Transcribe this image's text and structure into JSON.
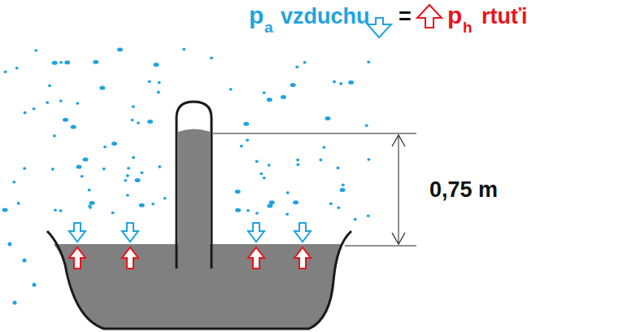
{
  "diagram": {
    "labels": [
      "p",
      "a",
      "vzduchu",
      "=",
      "p",
      "h",
      "rtuťi",
      "0,75 m"
    ]
  }
}
